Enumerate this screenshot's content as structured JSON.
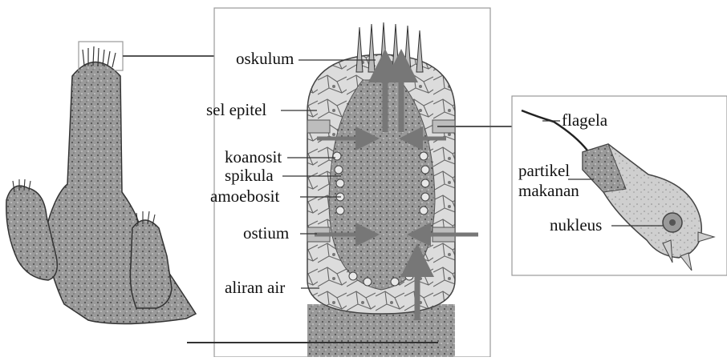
{
  "labels": {
    "oskulum": "oskulum",
    "sel_epitel": "sel epitel",
    "koanosit": "koanosit",
    "spikula": "spikula",
    "amoebosit": "amoebosit",
    "ostium": "ostium",
    "aliran_air": "aliran air",
    "flagela": "flagela",
    "partikel_makanan_1": "partikel",
    "partikel_makanan_2": "makanan",
    "nukleus": "nukleus"
  },
  "colors": {
    "body_gray": "#8a8a8a",
    "dark_gray": "#5e5e5e",
    "light_gray": "#d9d9d9",
    "arrow_gray": "#7a7a7a",
    "frame": "#999999"
  }
}
